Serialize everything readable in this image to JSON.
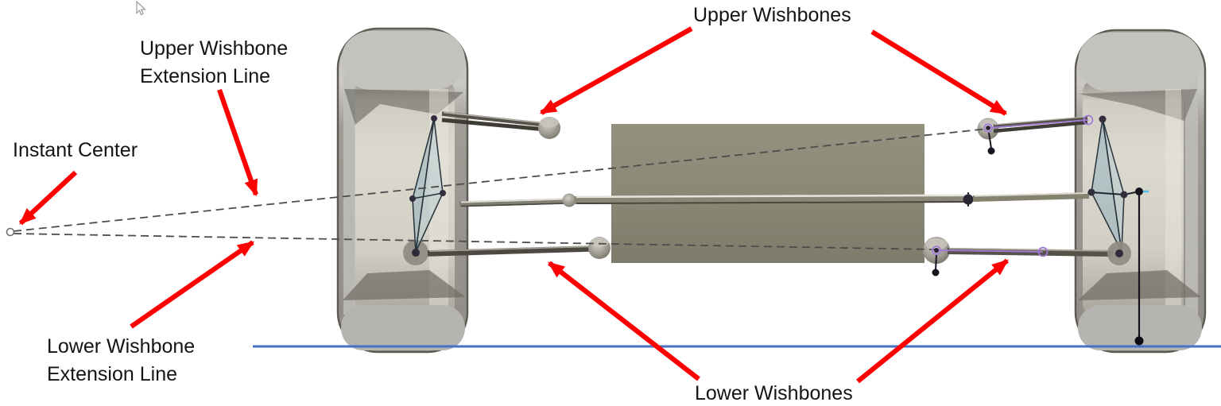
{
  "labels": {
    "instant_center": "Instant Center",
    "upper_extension_line1": "Upper Wishbone",
    "upper_extension_line2": "Extension Line",
    "lower_extension_line1": "Lower Wishbone",
    "lower_extension_line2": "Extension Line",
    "upper_wishbones": "Upper Wishbones",
    "lower_wishbones": "Lower Wishbones"
  },
  "colors": {
    "annotation_arrow_red": "#FF0000",
    "ground_line_blue": "#4472C4",
    "joint_marker_purple": "#A47AD8",
    "extension_line_gray": "#4C4C4C",
    "label_text": "#141414"
  },
  "icons": {
    "cursor": "mouse-pointer-icon",
    "instant_center": "open-circle-marker"
  }
}
